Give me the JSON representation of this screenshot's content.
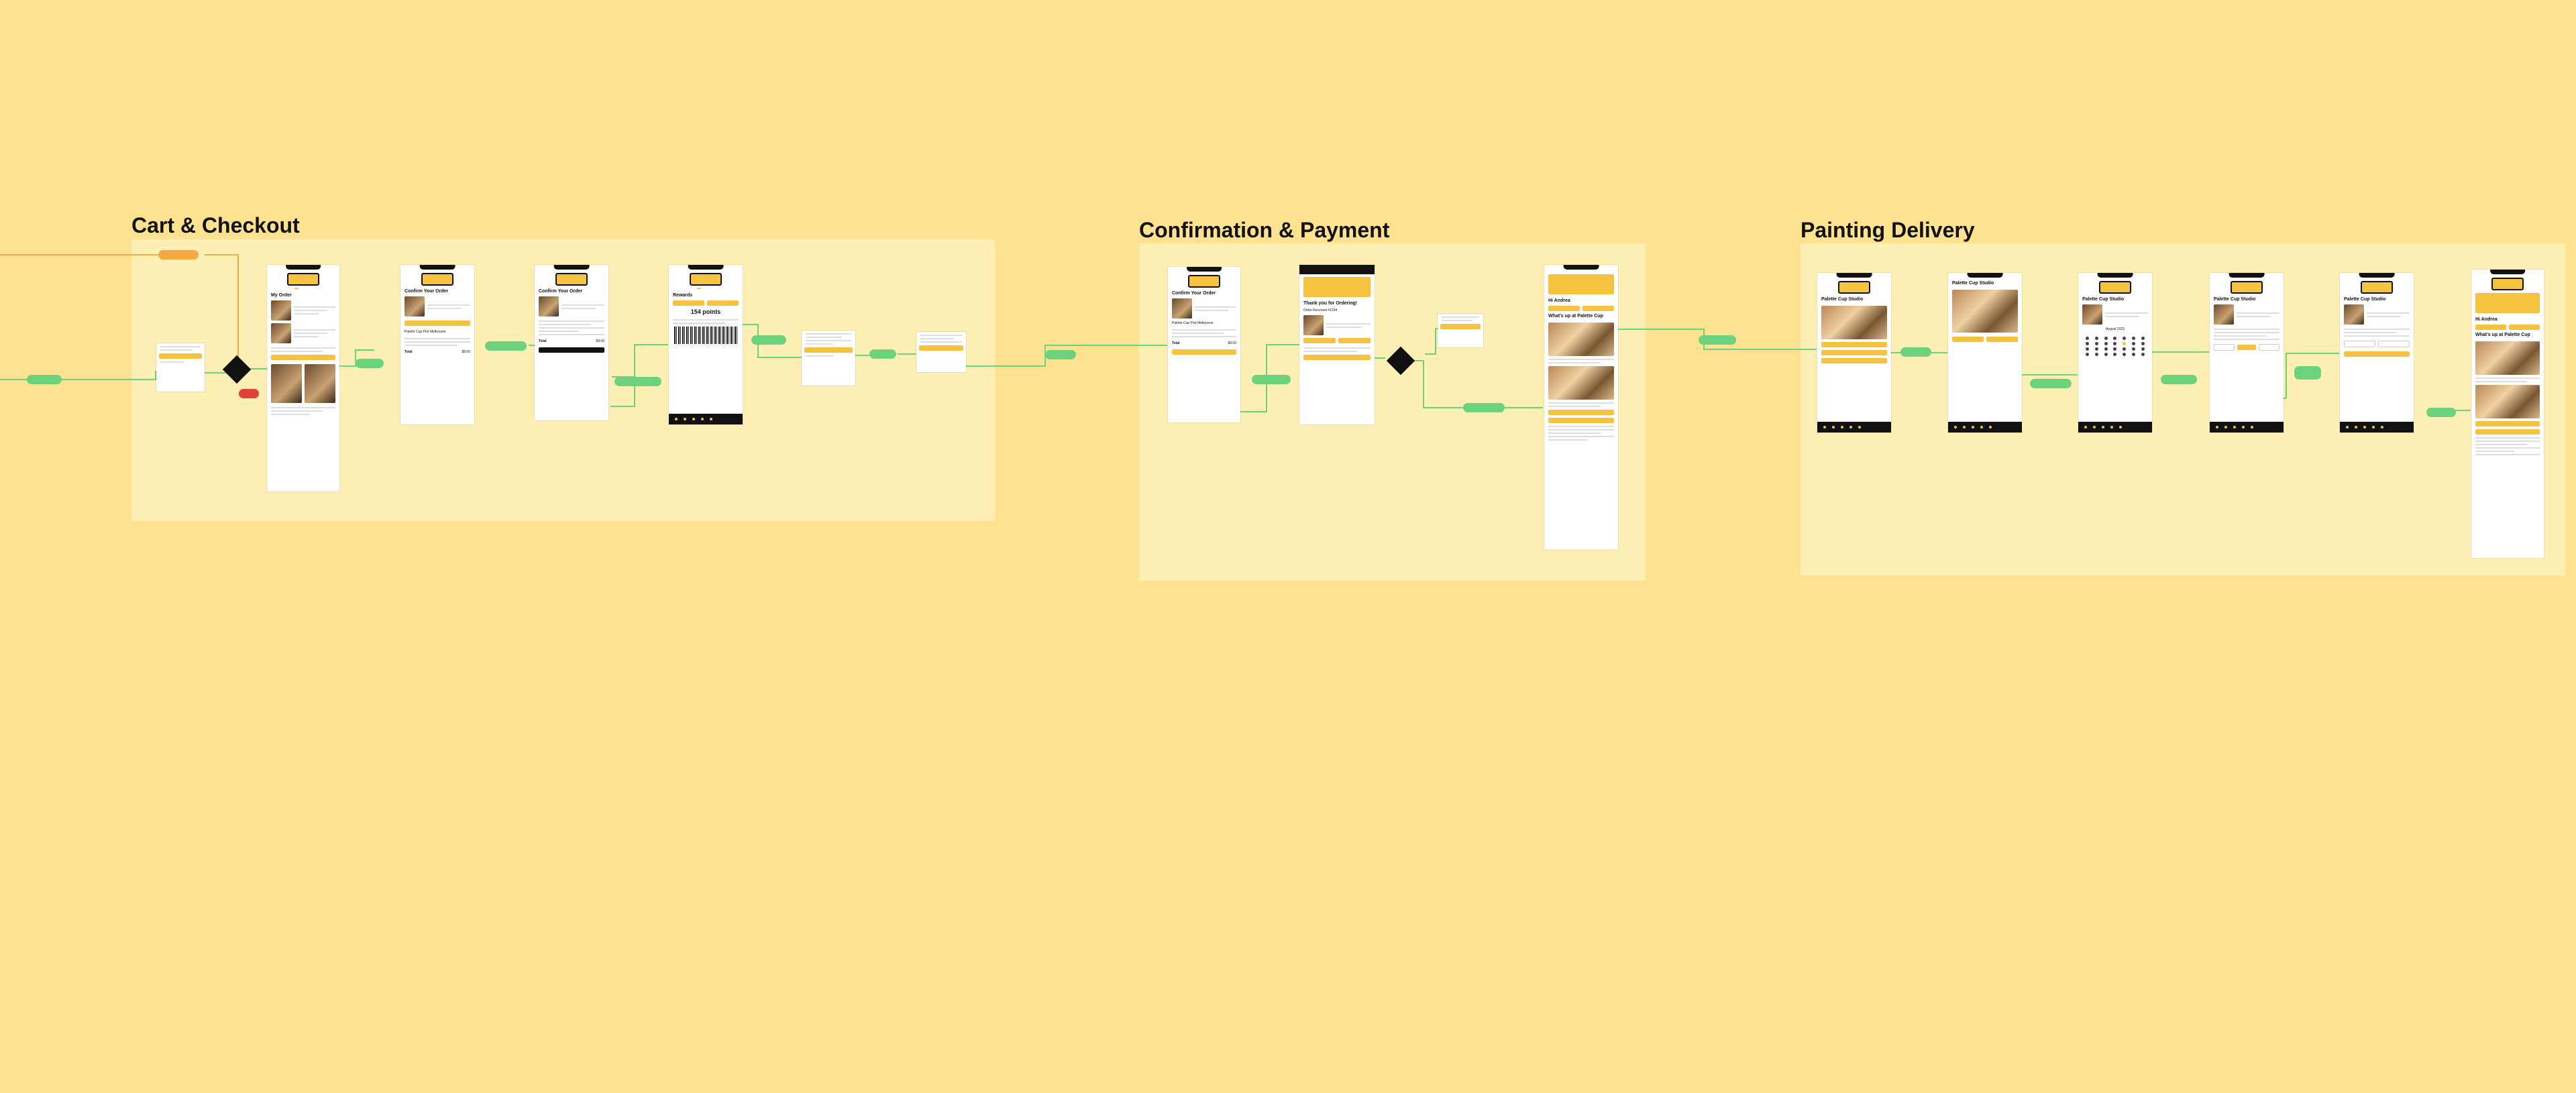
{
  "sections": {
    "cart": {
      "title": "Cart & Checkout"
    },
    "confirmation": {
      "title": "Confirmation & Payment"
    },
    "painting": {
      "title": "Painting Delivery"
    }
  },
  "colors": {
    "canvas": "#FEE28F",
    "section": "#FEEFB4",
    "accent": "#F6C340",
    "connector": "#6CD27E",
    "entry": "#F6A841",
    "error": "#E2403B",
    "dark": "#111111"
  },
  "flow": {
    "cart": {
      "s1": {
        "title": "My Order"
      },
      "s2": {
        "title": "Confirm Your Order",
        "subtitle": "Palette Cup Port Melbourne",
        "total_label": "Total",
        "total_value": "$9.50"
      },
      "s3": {
        "title": "Confirm Your Order",
        "total_label": "Total",
        "total_value": "$4.00"
      },
      "rewards": {
        "title": "Rewards",
        "points": "154 points"
      }
    },
    "confirmation": {
      "c1": {
        "title": "Confirm Your Order",
        "subtitle": "Palette Cup Port Melbourne",
        "total_label": "Total",
        "total_value": "$9.50"
      },
      "c2": {
        "title": "Thank you for Ordering!",
        "subtitle": "Order Received #1234"
      },
      "c3": {
        "greeting": "Hi Andrea",
        "subtitle": "What's up at Palette Cup"
      }
    },
    "painting": {
      "p1": {
        "title": "Palette Cup Studio"
      },
      "p2": {
        "title": "Palette Cup Studio"
      },
      "p3": {
        "title": "Palette Cup Studio",
        "month": "August 2023"
      },
      "p4": {
        "title": "Palette Cup Studio"
      },
      "p5": {
        "title": "Palette Cup Studio"
      },
      "p6": {
        "greeting": "Hi Andrea",
        "subtitle": "What's up at Palette Cup"
      }
    }
  }
}
